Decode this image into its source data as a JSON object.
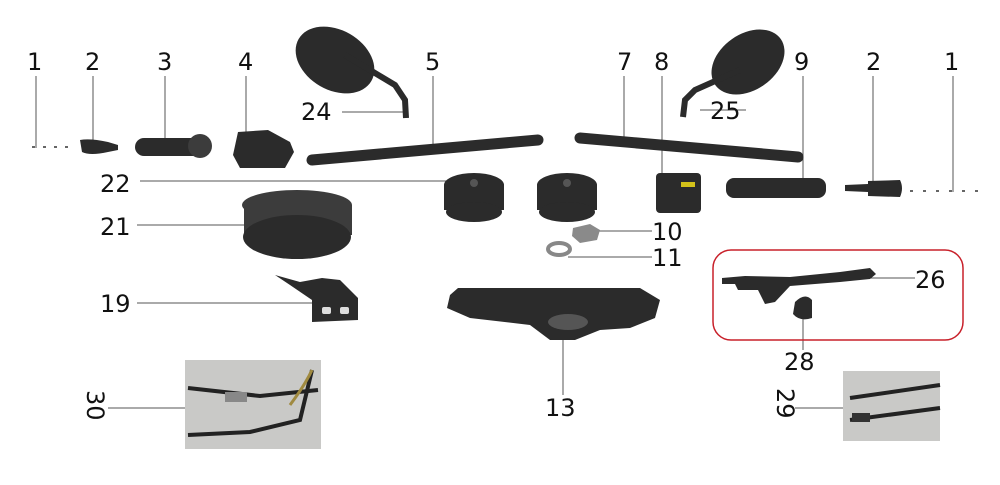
{
  "diagram": {
    "callouts": {
      "c1_left": "1",
      "c2_left": "2",
      "c3": "3",
      "c4": "4",
      "c5": "5",
      "c24": "24",
      "c7": "7",
      "c8": "8",
      "c25": "25",
      "c9": "9",
      "c2_right": "2",
      "c1_right": "1",
      "c22": "22",
      "c21": "21",
      "c10": "10",
      "c11": "11",
      "c19": "19",
      "c26": "26",
      "c28": "28",
      "c13": "13",
      "c30": "30",
      "c29": "29"
    },
    "colors": {
      "highlight_box": "#c8202a",
      "parts": "#2b2b2b",
      "photo_bg": "#c9c9c7"
    }
  }
}
